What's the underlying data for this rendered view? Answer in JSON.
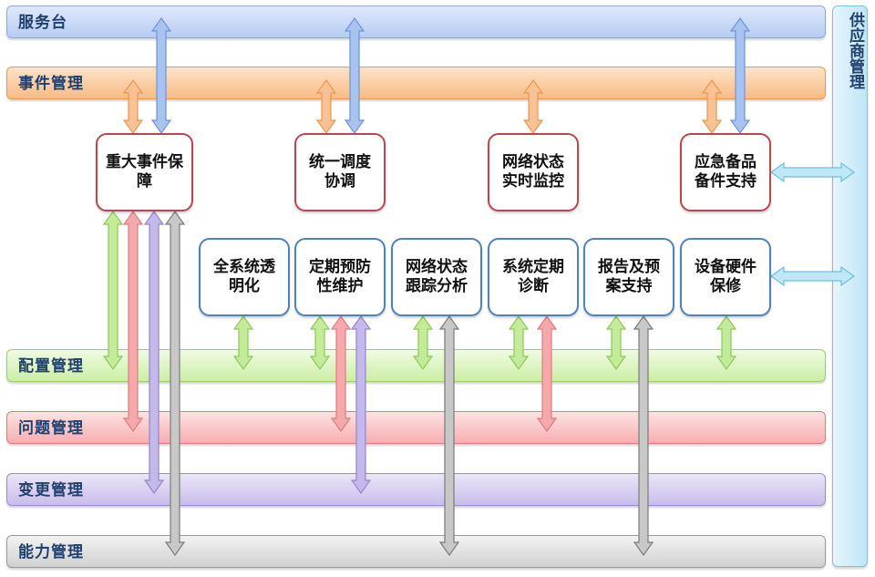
{
  "bands": {
    "service": "服务台",
    "incident": "事件管理",
    "config": "配置管理",
    "problem": "问题管理",
    "change": "变更管理",
    "capacity": "能力管理"
  },
  "vendor": "供应商管理",
  "top_boxes": [
    "重大事件保障",
    "统一调度协调",
    "网络状态实时监控",
    "应急备品备件支持"
  ],
  "bottom_boxes": [
    "全系统透明化",
    "定期预防性维护",
    "网络状态跟踪分析",
    "系统定期诊断",
    "报告及预案支持",
    "设备硬件保修"
  ],
  "colors": {
    "blue": "#a9c3f0",
    "orange": "#f8c295",
    "green": "#c4eb9a",
    "red": "#f5a9ab",
    "purple": "#c5b8ea",
    "gray": "#c8c8c8",
    "cyan": "#bfe7f6"
  }
}
